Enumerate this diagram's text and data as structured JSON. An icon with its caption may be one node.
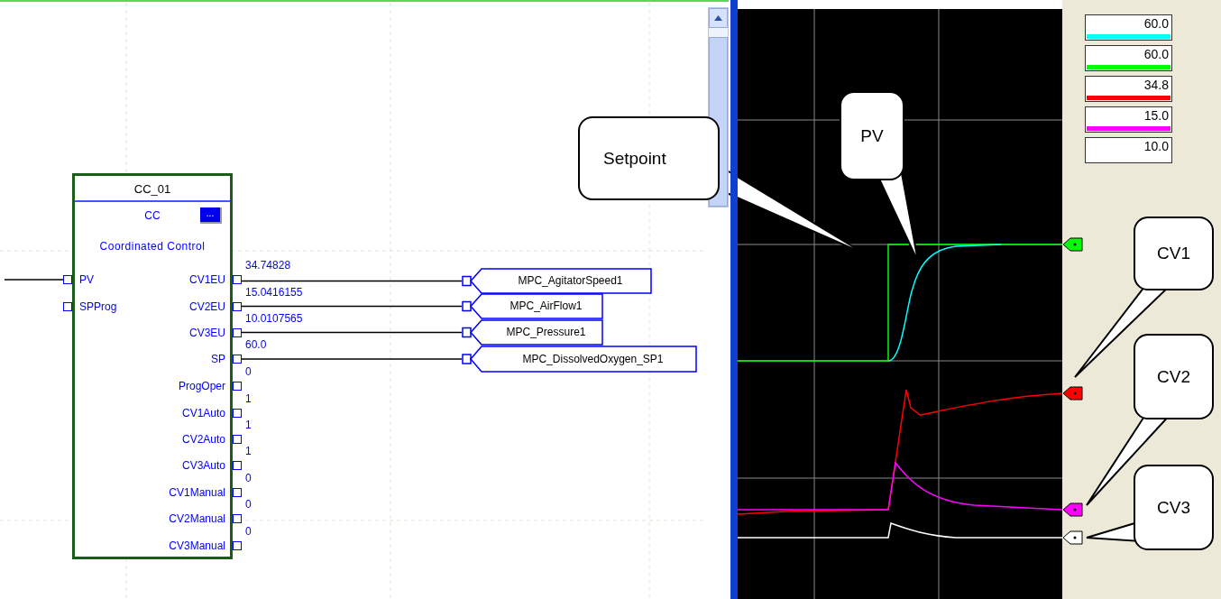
{
  "diagram": {
    "nodes": [
      {
        "text": [
          "CC_01",
          "CC",
          "Coordinated Control"
        ]
      },
      {
        "text": [
          "PV"
        ],
        "in": 0
      },
      {
        "text": [
          "SPProg"
        ],
        "in": 0
      },
      {
        "text": [
          "CV1EU"
        ],
        "in": 0,
        "beside": [
          "34.74828"
        ]
      },
      {
        "text": [
          "CV2EU"
        ],
        "in": 0,
        "beside": [
          "15.0416155"
        ]
      },
      {
        "text": [
          "CV3EU"
        ],
        "in": 0,
        "beside": [
          "10.0107565"
        ]
      },
      {
        "text": [
          "SP"
        ],
        "in": 0,
        "beside": [
          "60.0"
        ]
      },
      {
        "text": [
          "ProgOper"
        ],
        "in": 0,
        "beside": [
          "0"
        ]
      },
      {
        "text": [
          "CV1Auto"
        ],
        "in": 0,
        "beside": [
          "1"
        ]
      },
      {
        "text": [
          "CV2Auto"
        ],
        "in": 0,
        "beside": [
          "1"
        ]
      },
      {
        "text": [
          "CV3Auto"
        ],
        "in": 0,
        "beside": [
          "1"
        ]
      },
      {
        "text": [
          "CV1Manual"
        ],
        "in": 0,
        "beside": [
          "0"
        ]
      },
      {
        "text": [
          "CV2Manual"
        ],
        "in": 0,
        "beside": [
          "0"
        ]
      },
      {
        "text": [
          "CV3Manual"
        ],
        "in": 0,
        "beside": [
          "0"
        ]
      },
      {
        "text": [
          "MPC_AgitatorSpeed1"
        ]
      },
      {
        "text": [
          "MPC_AirFlow1"
        ]
      },
      {
        "text": [
          "MPC_Pressure1"
        ]
      },
      {
        "text": [
          "MPC_DissolvedOxygen_SP1"
        ]
      },
      {
        "text": [
          "Setpoint"
        ]
      },
      {
        "text": [
          "PV"
        ]
      },
      {
        "text": [
          "CV1"
        ]
      },
      {
        "text": [
          "CV2"
        ]
      },
      {
        "text": [
          "CV3"
        ]
      }
    ],
    "edges": [
      {
        "from": null,
        "to": 1,
        "arrow": "none"
      },
      {
        "from": 3,
        "to": 14,
        "arrow": "none"
      },
      {
        "from": 4,
        "to": 15,
        "arrow": "none"
      },
      {
        "from": 5,
        "to": 16,
        "arrow": "none"
      },
      {
        "from": 6,
        "to": 17,
        "arrow": "none"
      },
      {
        "from": 18,
        "to": null,
        "arrow": "to"
      },
      {
        "from": 19,
        "to": null,
        "arrow": "to"
      },
      {
        "from": 20,
        "to": null,
        "arrow": "to"
      },
      {
        "from": 21,
        "to": null,
        "arrow": "to"
      },
      {
        "from": 22,
        "to": null,
        "arrow": "to"
      }
    ],
    "labels": [
      "..."
    ],
    "legend": [
      {
        "text": "60.0",
        "color": "#00ffff"
      },
      {
        "text": "60.0",
        "color": "#00ff00"
      },
      {
        "text": "34.8",
        "color": "#ff0000"
      },
      {
        "text": "15.0",
        "color": "#ff00ff"
      },
      {
        "text": "10.0",
        "color": "#ffffff"
      }
    ]
  }
}
